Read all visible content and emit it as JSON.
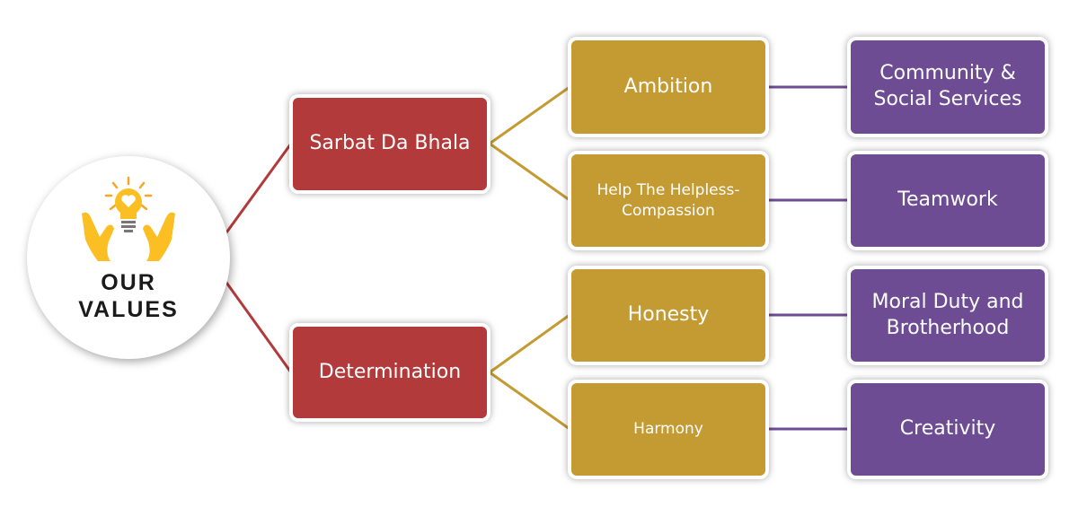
{
  "center": {
    "line1": "OUR",
    "line2": "VALUES",
    "icon": "hands-lightbulb-heart-icon"
  },
  "colors": {
    "level1": "#b33a3a",
    "level2": "#c49a33",
    "level3": "#6d4c94",
    "icon": "#fbbf24"
  },
  "branches": [
    {
      "label": "Sarbat Da Bhala",
      "children": [
        {
          "label": "Ambition",
          "leaf": "Community & Social Services"
        },
        {
          "label": "Help The Helpless-Compassion",
          "leaf": "Teamwork"
        }
      ]
    },
    {
      "label": "Determination",
      "children": [
        {
          "label": "Honesty",
          "leaf": "Moral Duty and Brotherhood"
        },
        {
          "label": "Harmony",
          "leaf": "Creativity"
        }
      ]
    }
  ]
}
